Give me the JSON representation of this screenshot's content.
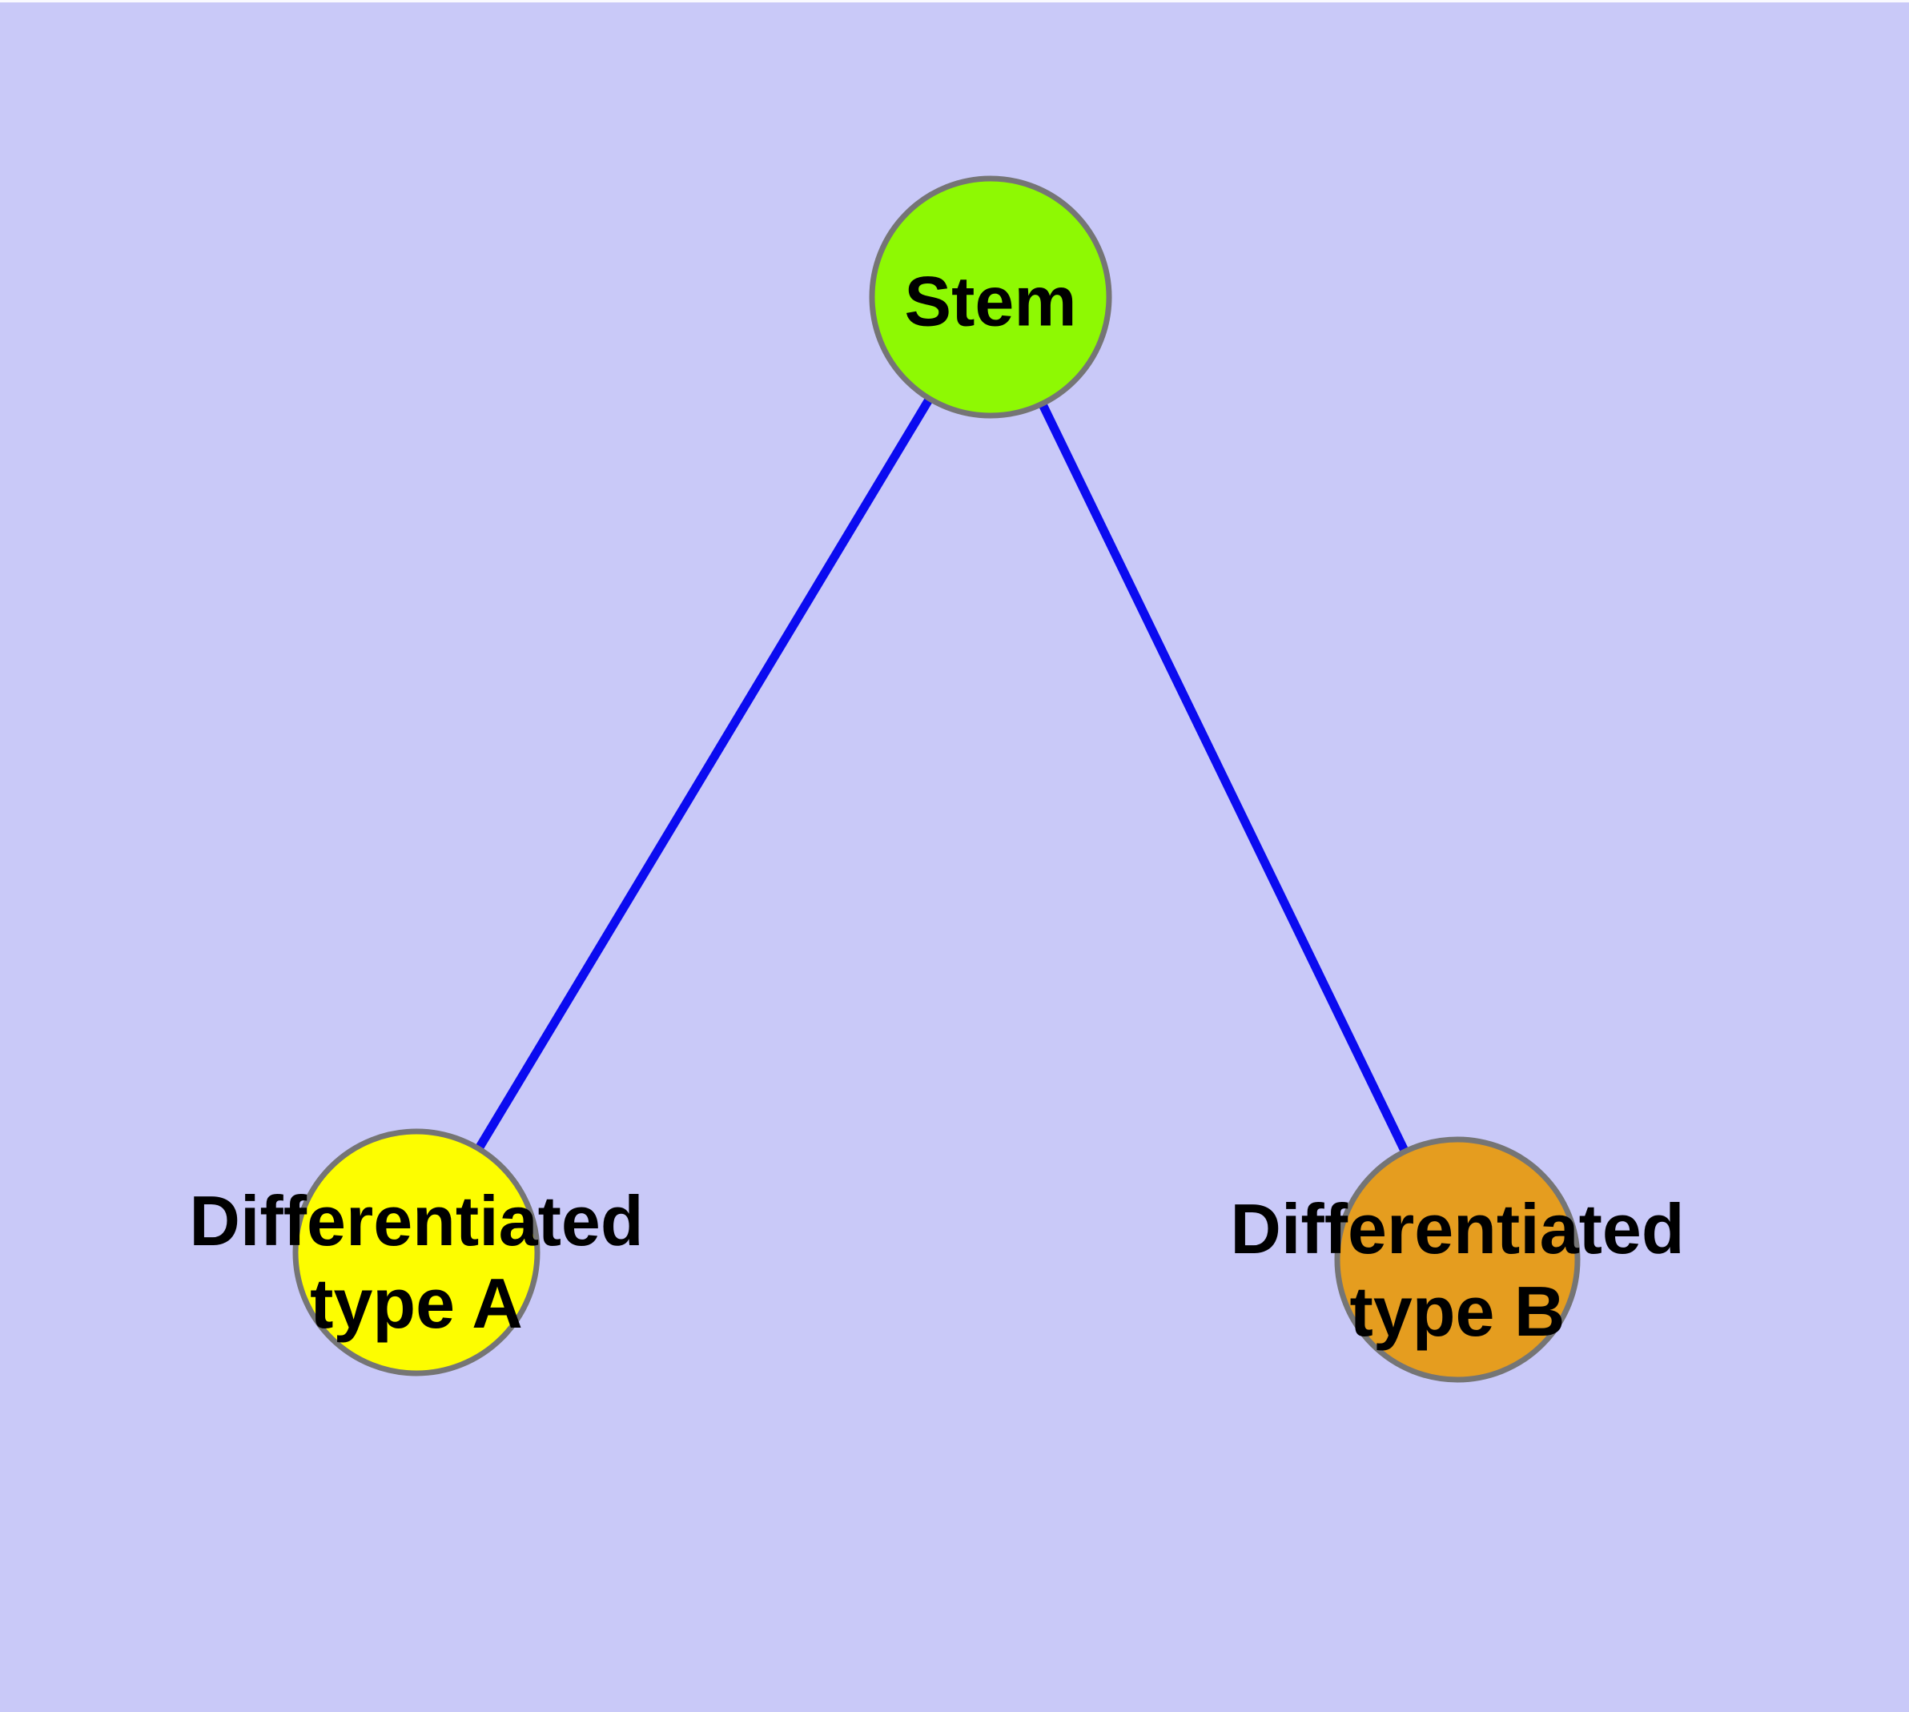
{
  "diagram": {
    "background_color": "#C9C9F8",
    "top_edge_highlight_color": "#FAFAFF",
    "edge_color": "#0B0BF0",
    "node_border_color": "#757575",
    "label_color": "#000000",
    "nodes": [
      {
        "id": "stem",
        "fill": "#8EF903",
        "label_lines": [
          "Stem"
        ]
      },
      {
        "id": "differentiated-type-a",
        "fill": "#FDFD00",
        "label_lines": [
          "Differentiated",
          "type A"
        ]
      },
      {
        "id": "differentiated-type-b",
        "fill": "#E59D1F",
        "label_lines": [
          "Differentiated",
          "type B"
        ]
      }
    ],
    "edges": [
      {
        "from": "stem",
        "to": "differentiated-type-a"
      },
      {
        "from": "stem",
        "to": "differentiated-type-b"
      }
    ]
  }
}
